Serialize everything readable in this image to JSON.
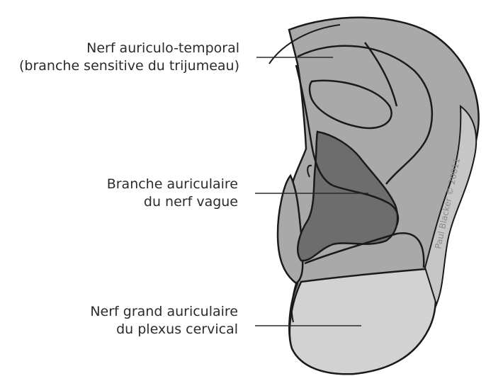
{
  "labels": {
    "auriculotemporal": {
      "line1": "Nerf auriculo-temporal",
      "line2": "(branche sensitive du trijumeau)"
    },
    "vague": {
      "line1": "Branche auriculaire",
      "line2": "du nerf vague"
    },
    "grand_auriculaire": {
      "line1": "Nerf grand auriculaire",
      "line2": "du plexus cervical"
    }
  },
  "credit": "Paul Blacker © 20011",
  "colors": {
    "outline": "#1a1a1a",
    "auriculotemporal_region": "#a9a9a9",
    "vague_region": "#6d6d6d",
    "grand_auriculaire_region": "#d2d2d2",
    "helix_rim": "#bdbdbd"
  }
}
